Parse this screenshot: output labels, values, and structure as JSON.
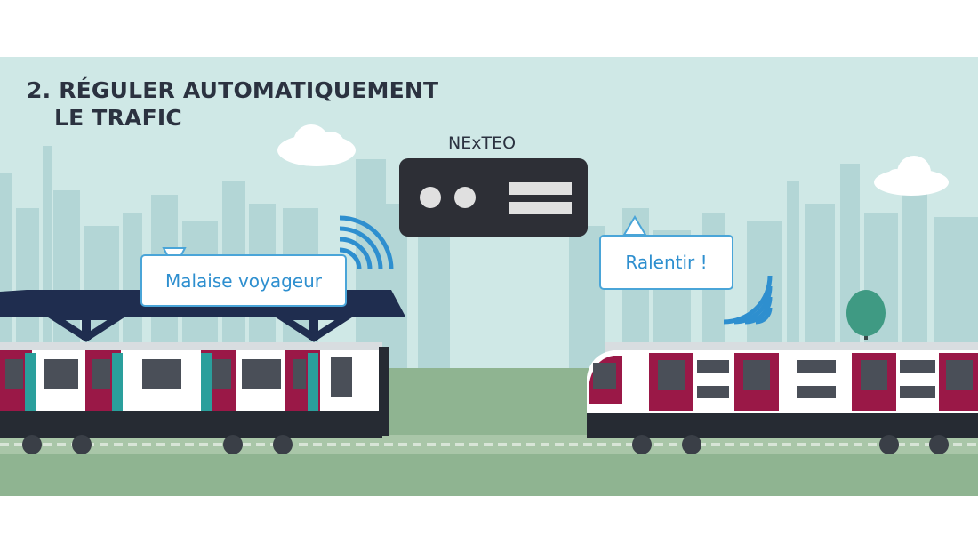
{
  "title": {
    "line1": "2. RÉGULER AUTOMATIQUEMENT",
    "line2": "LE TRAFIC"
  },
  "server": {
    "label": "NExTEO"
  },
  "bubbles": {
    "left_train": "Malaise voyageur",
    "right_train": "Ralentir !"
  },
  "colors": {
    "sky": "#cfe8e6",
    "city": "#b3d6d6",
    "ground": "#8fb491",
    "server": "#2d2f36",
    "accent_blue": "#2e8fcf",
    "train_red": "#9a1847",
    "train_teal": "#2a9f9c"
  }
}
